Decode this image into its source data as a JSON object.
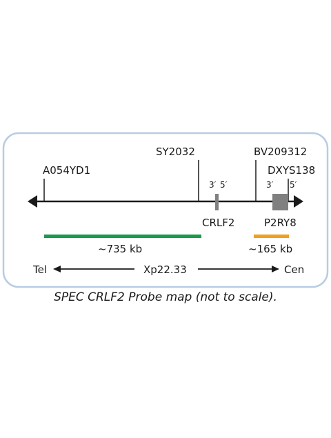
{
  "markers": {
    "a054yd1": "A054YD1",
    "sy2032": "SY2032",
    "bv209312": "BV209312",
    "dxys138": "DXYS138"
  },
  "genes": {
    "crlf2": {
      "name": "CRLF2",
      "end3": "3′",
      "end5": "5′"
    },
    "p2ry8": {
      "name": "P2RY8",
      "end3": "3′",
      "end5": "5′"
    }
  },
  "probes": {
    "green": {
      "size_label": "~735 kb",
      "color": "#1a9a4a"
    },
    "orange": {
      "size_label": "~165 kb",
      "color": "#f0a020"
    }
  },
  "axis": {
    "tel": "Tel",
    "band": "Xp22.33",
    "cen": "Cen"
  },
  "caption": "SPEC CRLF2 Probe map (not to scale).",
  "colors": {
    "border": "#b8cce4",
    "line": "#1a1a1a",
    "gene": "#808080"
  }
}
